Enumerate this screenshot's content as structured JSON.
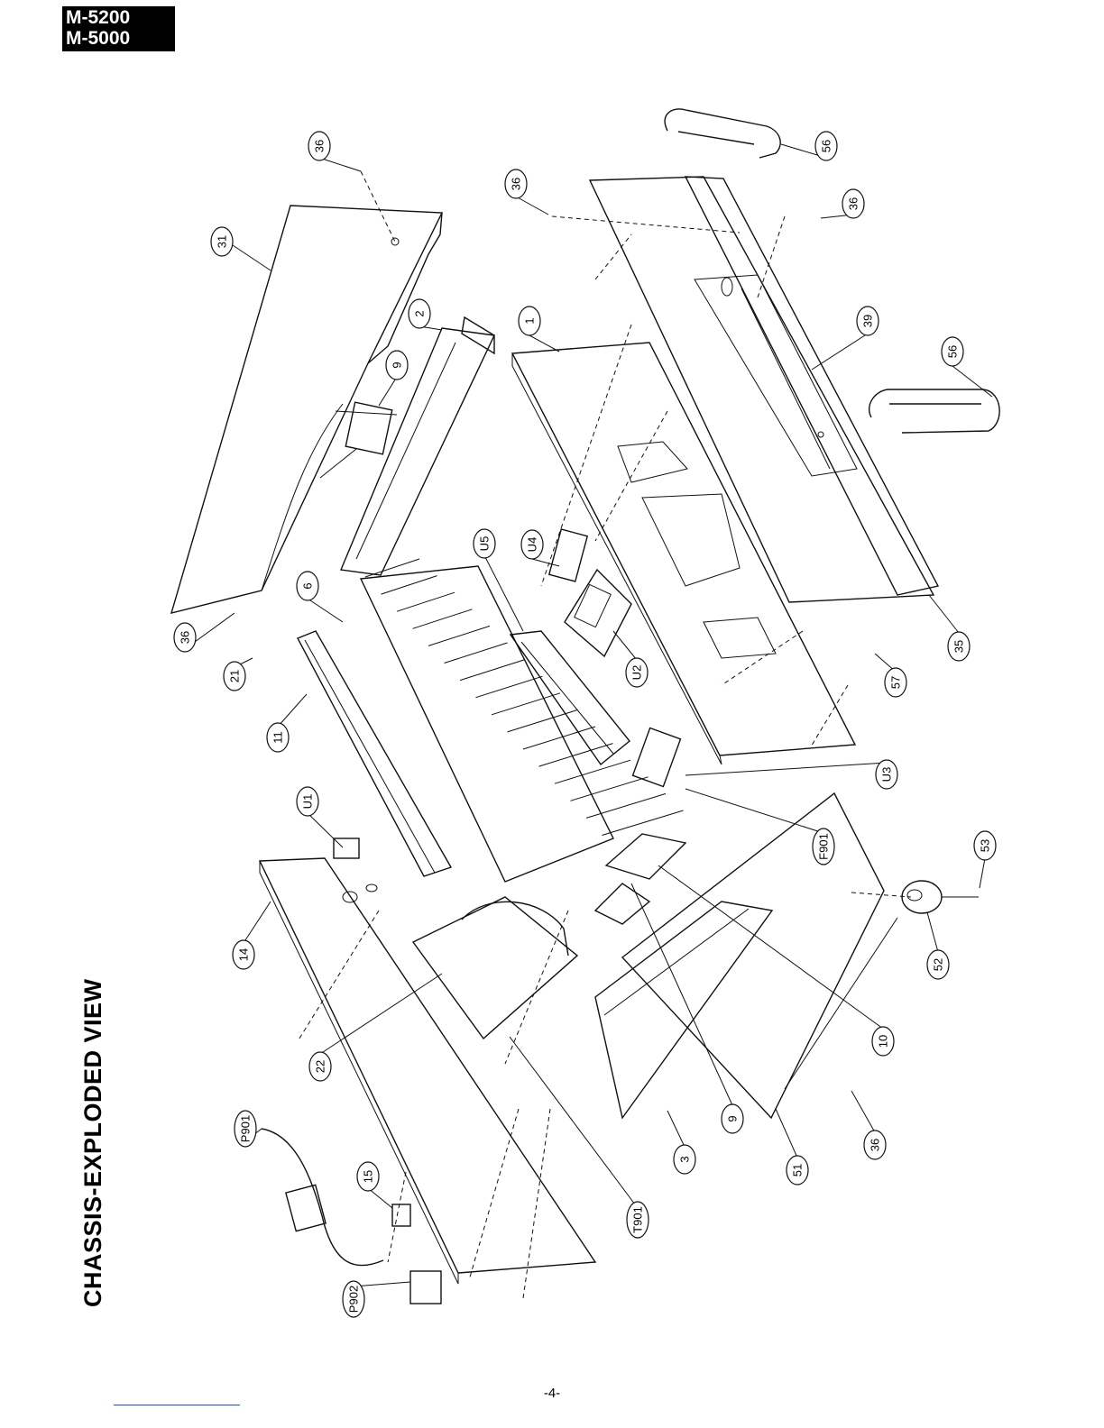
{
  "header": {
    "models": [
      "M-5200",
      "M-5000"
    ]
  },
  "title": "CHASSIS-EXPLODED VIEW",
  "page_number": "-4-",
  "callouts": [
    {
      "id": "c36a",
      "label": "36"
    },
    {
      "id": "c31",
      "label": "31"
    },
    {
      "id": "c2",
      "label": "2"
    },
    {
      "id": "c9a",
      "label": "9"
    },
    {
      "id": "c36b",
      "label": "36"
    },
    {
      "id": "c1",
      "label": "1"
    },
    {
      "id": "c56a",
      "label": "56"
    },
    {
      "id": "c36c",
      "label": "36"
    },
    {
      "id": "c39",
      "label": "39"
    },
    {
      "id": "c56b",
      "label": "56"
    },
    {
      "id": "c6",
      "label": "6"
    },
    {
      "id": "cU5",
      "label": "U5"
    },
    {
      "id": "cU4",
      "label": "U4"
    },
    {
      "id": "c36d",
      "label": "36"
    },
    {
      "id": "c21",
      "label": "21"
    },
    {
      "id": "c11",
      "label": "11"
    },
    {
      "id": "cU2",
      "label": "U2"
    },
    {
      "id": "c35",
      "label": "35"
    },
    {
      "id": "c57",
      "label": "57"
    },
    {
      "id": "cU1",
      "label": "U1"
    },
    {
      "id": "cU3",
      "label": "U3"
    },
    {
      "id": "cF901",
      "label": "F901"
    },
    {
      "id": "c14",
      "label": "14"
    },
    {
      "id": "c53",
      "label": "53"
    },
    {
      "id": "c52",
      "label": "52"
    },
    {
      "id": "c10",
      "label": "10"
    },
    {
      "id": "c22",
      "label": "22"
    },
    {
      "id": "cP901",
      "label": "P901"
    },
    {
      "id": "c9b",
      "label": "9"
    },
    {
      "id": "c15",
      "label": "15"
    },
    {
      "id": "c3",
      "label": "3"
    },
    {
      "id": "c51",
      "label": "51"
    },
    {
      "id": "c36e",
      "label": "36"
    },
    {
      "id": "cT901",
      "label": "T901"
    },
    {
      "id": "cP902",
      "label": "P902"
    }
  ]
}
